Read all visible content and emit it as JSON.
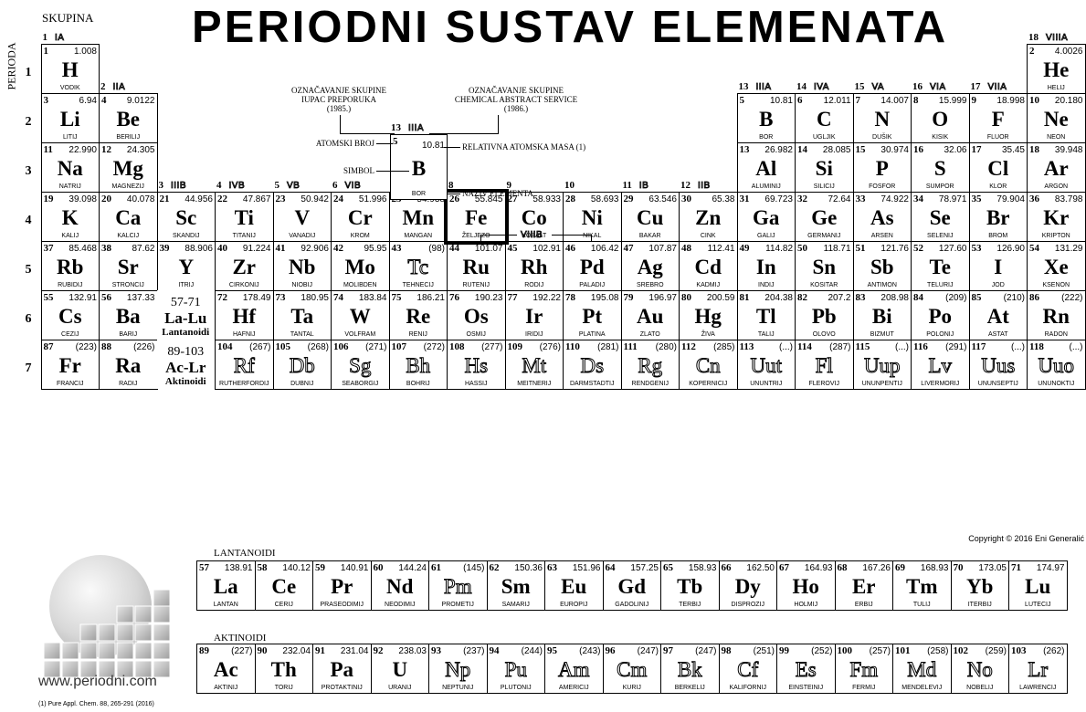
{
  "header": {
    "title": "PERIODNI SUSTAV ELEMENATA",
    "skupina_label": "SKUPINA",
    "perioda_label": "PERIODA"
  },
  "group_labels": [
    {
      "n": "1",
      "r": "IA"
    },
    {
      "n": "2",
      "r": "IIA"
    },
    {
      "n": "3",
      "r": "IIIB"
    },
    {
      "n": "4",
      "r": "IVB"
    },
    {
      "n": "5",
      "r": "VB"
    },
    {
      "n": "6",
      "r": "VIB"
    },
    {
      "n": "7",
      "r": "VIIB"
    },
    {
      "n": "8",
      "r": ""
    },
    {
      "n": "9",
      "r": ""
    },
    {
      "n": "10",
      "r": ""
    },
    {
      "n": "11",
      "r": "IB"
    },
    {
      "n": "12",
      "r": "IIB"
    },
    {
      "n": "13",
      "r": "IIIA"
    },
    {
      "n": "14",
      "r": "IVA"
    },
    {
      "n": "15",
      "r": "VA"
    },
    {
      "n": "16",
      "r": "VIA"
    },
    {
      "n": "17",
      "r": "VIIA"
    },
    {
      "n": "18",
      "r": "VIIIA"
    }
  ],
  "viiib_label": "VIIIB",
  "periods": [
    "1",
    "2",
    "3",
    "4",
    "5",
    "6",
    "7"
  ],
  "legend": {
    "iupac": "OZNAČAVANJE SKUPINE\nIUPAC PREPORUKA\n(1985.)",
    "cas": "OZNAČAVANJE SKUPINE\nCHEMICAL ABSTRACT SERVICE\n(1986.)",
    "atomic_number": "ATOMSKI BROJ",
    "symbol": "SIMBOL",
    "mass": "RELATIVNA ATOMSKA MASA (1)",
    "name": "NAZIV ELEMENTA",
    "group_n": "13",
    "group_r": "IIIA",
    "example": {
      "num": "5",
      "mass": "10.81",
      "sym": "B",
      "name": "BOR"
    }
  },
  "lanthanide_placeholder": {
    "range": "57-71",
    "sym": "La-Lu",
    "label": "Lantanoidi"
  },
  "actinide_placeholder": {
    "range": "89-103",
    "sym": "Ac-Lr",
    "label": "Aktinoidi"
  },
  "lantanoidi_title": "LANTANOIDI",
  "aktinoidi_title": "AKTINOIDI",
  "copyright": "Copyright © 2016 Eni Generalić",
  "website": "www.periodni.com",
  "footnote": "(1) Pure Appl. Chem. 88, 265-291 (2016)",
  "highlighted_element": "Fe",
  "elements": [
    {
      "num": "1",
      "mass": "1.008",
      "sym": "H",
      "name": "VODIK",
      "g": 1,
      "p": 1
    },
    {
      "num": "2",
      "mass": "4.0026",
      "sym": "He",
      "name": "HELIJ",
      "g": 18,
      "p": 1
    },
    {
      "num": "3",
      "mass": "6.94",
      "sym": "Li",
      "name": "LITIJ",
      "g": 1,
      "p": 2
    },
    {
      "num": "4",
      "mass": "9.0122",
      "sym": "Be",
      "name": "BERILIJ",
      "g": 2,
      "p": 2
    },
    {
      "num": "5",
      "mass": "10.81",
      "sym": "B",
      "name": "BOR",
      "g": 13,
      "p": 2
    },
    {
      "num": "6",
      "mass": "12.011",
      "sym": "C",
      "name": "UGLJIK",
      "g": 14,
      "p": 2
    },
    {
      "num": "7",
      "mass": "14.007",
      "sym": "N",
      "name": "DUŠIK",
      "g": 15,
      "p": 2
    },
    {
      "num": "8",
      "mass": "15.999",
      "sym": "O",
      "name": "KISIK",
      "g": 16,
      "p": 2
    },
    {
      "num": "9",
      "mass": "18.998",
      "sym": "F",
      "name": "FLUOR",
      "g": 17,
      "p": 2
    },
    {
      "num": "10",
      "mass": "20.180",
      "sym": "Ne",
      "name": "NEON",
      "g": 18,
      "p": 2
    },
    {
      "num": "11",
      "mass": "22.990",
      "sym": "Na",
      "name": "NATRIJ",
      "g": 1,
      "p": 3
    },
    {
      "num": "12",
      "mass": "24.305",
      "sym": "Mg",
      "name": "MAGNEZIJ",
      "g": 2,
      "p": 3
    },
    {
      "num": "13",
      "mass": "26.982",
      "sym": "Al",
      "name": "ALUMINIJ",
      "g": 13,
      "p": 3
    },
    {
      "num": "14",
      "mass": "28.085",
      "sym": "Si",
      "name": "SILICIJ",
      "g": 14,
      "p": 3
    },
    {
      "num": "15",
      "mass": "30.974",
      "sym": "P",
      "name": "FOSFOR",
      "g": 15,
      "p": 3
    },
    {
      "num": "16",
      "mass": "32.06",
      "sym": "S",
      "name": "SUMPOR",
      "g": 16,
      "p": 3
    },
    {
      "num": "17",
      "mass": "35.45",
      "sym": "Cl",
      "name": "KLOR",
      "g": 17,
      "p": 3
    },
    {
      "num": "18",
      "mass": "39.948",
      "sym": "Ar",
      "name": "ARGON",
      "g": 18,
      "p": 3
    },
    {
      "num": "19",
      "mass": "39.098",
      "sym": "K",
      "name": "KALIJ",
      "g": 1,
      "p": 4
    },
    {
      "num": "20",
      "mass": "40.078",
      "sym": "Ca",
      "name": "KALCIJ",
      "g": 2,
      "p": 4
    },
    {
      "num": "21",
      "mass": "44.956",
      "sym": "Sc",
      "name": "SKANDIJ",
      "g": 3,
      "p": 4
    },
    {
      "num": "22",
      "mass": "47.867",
      "sym": "Ti",
      "name": "TITANIJ",
      "g": 4,
      "p": 4
    },
    {
      "num": "23",
      "mass": "50.942",
      "sym": "V",
      "name": "VANADIJ",
      "g": 5,
      "p": 4
    },
    {
      "num": "24",
      "mass": "51.996",
      "sym": "Cr",
      "name": "KROM",
      "g": 6,
      "p": 4
    },
    {
      "num": "25",
      "mass": "54.938",
      "sym": "Mn",
      "name": "MANGAN",
      "g": 7,
      "p": 4
    },
    {
      "num": "26",
      "mass": "55.845",
      "sym": "Fe",
      "name": "ŽELJEZO",
      "g": 8,
      "p": 4
    },
    {
      "num": "27",
      "mass": "58.933",
      "sym": "Co",
      "name": "KOBALT",
      "g": 9,
      "p": 4
    },
    {
      "num": "28",
      "mass": "58.693",
      "sym": "Ni",
      "name": "NIKAL",
      "g": 10,
      "p": 4
    },
    {
      "num": "29",
      "mass": "63.546",
      "sym": "Cu",
      "name": "BAKAR",
      "g": 11,
      "p": 4
    },
    {
      "num": "30",
      "mass": "65.38",
      "sym": "Zn",
      "name": "CINK",
      "g": 12,
      "p": 4
    },
    {
      "num": "31",
      "mass": "69.723",
      "sym": "Ga",
      "name": "GALIJ",
      "g": 13,
      "p": 4
    },
    {
      "num": "32",
      "mass": "72.64",
      "sym": "Ge",
      "name": "GERMANIJ",
      "g": 14,
      "p": 4
    },
    {
      "num": "33",
      "mass": "74.922",
      "sym": "As",
      "name": "ARSEN",
      "g": 15,
      "p": 4
    },
    {
      "num": "34",
      "mass": "78.971",
      "sym": "Se",
      "name": "SELENIJ",
      "g": 16,
      "p": 4
    },
    {
      "num": "35",
      "mass": "79.904",
      "sym": "Br",
      "name": "BROM",
      "g": 17,
      "p": 4
    },
    {
      "num": "36",
      "mass": "83.798",
      "sym": "Kr",
      "name": "KRIPTON",
      "g": 18,
      "p": 4
    },
    {
      "num": "37",
      "mass": "85.468",
      "sym": "Rb",
      "name": "RUBIDIJ",
      "g": 1,
      "p": 5
    },
    {
      "num": "38",
      "mass": "87.62",
      "sym": "Sr",
      "name": "STRONCIJ",
      "g": 2,
      "p": 5
    },
    {
      "num": "39",
      "mass": "88.906",
      "sym": "Y",
      "name": "ITRIJ",
      "g": 3,
      "p": 5
    },
    {
      "num": "40",
      "mass": "91.224",
      "sym": "Zr",
      "name": "CIRKONIJ",
      "g": 4,
      "p": 5
    },
    {
      "num": "41",
      "mass": "92.906",
      "sym": "Nb",
      "name": "NIOBIJ",
      "g": 5,
      "p": 5
    },
    {
      "num": "42",
      "mass": "95.95",
      "sym": "Mo",
      "name": "MOLIBDEN",
      "g": 6,
      "p": 5
    },
    {
      "num": "43",
      "mass": "(98)",
      "sym": "Tc",
      "name": "TEHNECIJ",
      "g": 7,
      "p": 5,
      "syn": true
    },
    {
      "num": "44",
      "mass": "101.07",
      "sym": "Ru",
      "name": "RUTENIJ",
      "g": 8,
      "p": 5
    },
    {
      "num": "45",
      "mass": "102.91",
      "sym": "Rh",
      "name": "RODIJ",
      "g": 9,
      "p": 5
    },
    {
      "num": "46",
      "mass": "106.42",
      "sym": "Pd",
      "name": "PALADIJ",
      "g": 10,
      "p": 5
    },
    {
      "num": "47",
      "mass": "107.87",
      "sym": "Ag",
      "name": "SREBRO",
      "g": 11,
      "p": 5
    },
    {
      "num": "48",
      "mass": "112.41",
      "sym": "Cd",
      "name": "KADMIJ",
      "g": 12,
      "p": 5
    },
    {
      "num": "49",
      "mass": "114.82",
      "sym": "In",
      "name": "INDIJ",
      "g": 13,
      "p": 5
    },
    {
      "num": "50",
      "mass": "118.71",
      "sym": "Sn",
      "name": "KOSITAR",
      "g": 14,
      "p": 5
    },
    {
      "num": "51",
      "mass": "121.76",
      "sym": "Sb",
      "name": "ANTIMON",
      "g": 15,
      "p": 5
    },
    {
      "num": "52",
      "mass": "127.60",
      "sym": "Te",
      "name": "TELURIJ",
      "g": 16,
      "p": 5
    },
    {
      "num": "53",
      "mass": "126.90",
      "sym": "I",
      "name": "JOD",
      "g": 17,
      "p": 5
    },
    {
      "num": "54",
      "mass": "131.29",
      "sym": "Xe",
      "name": "KSENON",
      "g": 18,
      "p": 5
    },
    {
      "num": "55",
      "mass": "132.91",
      "sym": "Cs",
      "name": "CEZIJ",
      "g": 1,
      "p": 6
    },
    {
      "num": "56",
      "mass": "137.33",
      "sym": "Ba",
      "name": "BARIJ",
      "g": 2,
      "p": 6
    },
    {
      "num": "72",
      "mass": "178.49",
      "sym": "Hf",
      "name": "HAFNIJ",
      "g": 4,
      "p": 6
    },
    {
      "num": "73",
      "mass": "180.95",
      "sym": "Ta",
      "name": "TANTAL",
      "g": 5,
      "p": 6
    },
    {
      "num": "74",
      "mass": "183.84",
      "sym": "W",
      "name": "VOLFRAM",
      "g": 6,
      "p": 6
    },
    {
      "num": "75",
      "mass": "186.21",
      "sym": "Re",
      "name": "RENIJ",
      "g": 7,
      "p": 6
    },
    {
      "num": "76",
      "mass": "190.23",
      "sym": "Os",
      "name": "OSMIJ",
      "g": 8,
      "p": 6
    },
    {
      "num": "77",
      "mass": "192.22",
      "sym": "Ir",
      "name": "IRIDIJ",
      "g": 9,
      "p": 6
    },
    {
      "num": "78",
      "mass": "195.08",
      "sym": "Pt",
      "name": "PLATINA",
      "g": 10,
      "p": 6
    },
    {
      "num": "79",
      "mass": "196.97",
      "sym": "Au",
      "name": "ZLATO",
      "g": 11,
      "p": 6
    },
    {
      "num": "80",
      "mass": "200.59",
      "sym": "Hg",
      "name": "ŽIVA",
      "g": 12,
      "p": 6
    },
    {
      "num": "81",
      "mass": "204.38",
      "sym": "Tl",
      "name": "TALIJ",
      "g": 13,
      "p": 6
    },
    {
      "num": "82",
      "mass": "207.2",
      "sym": "Pb",
      "name": "OLOVO",
      "g": 14,
      "p": 6
    },
    {
      "num": "83",
      "mass": "208.98",
      "sym": "Bi",
      "name": "BIZMUT",
      "g": 15,
      "p": 6
    },
    {
      "num": "84",
      "mass": "(209)",
      "sym": "Po",
      "name": "POLONIJ",
      "g": 16,
      "p": 6
    },
    {
      "num": "85",
      "mass": "(210)",
      "sym": "At",
      "name": "ASTAT",
      "g": 17,
      "p": 6
    },
    {
      "num": "86",
      "mass": "(222)",
      "sym": "Rn",
      "name": "RADON",
      "g": 18,
      "p": 6
    },
    {
      "num": "87",
      "mass": "(223)",
      "sym": "Fr",
      "name": "FRANCIJ",
      "g": 1,
      "p": 7
    },
    {
      "num": "88",
      "mass": "(226)",
      "sym": "Ra",
      "name": "RADIJ",
      "g": 2,
      "p": 7
    },
    {
      "num": "104",
      "mass": "(267)",
      "sym": "Rf",
      "name": "RUTHERFORDIJ",
      "g": 4,
      "p": 7,
      "syn": true
    },
    {
      "num": "105",
      "mass": "(268)",
      "sym": "Db",
      "name": "DUBNIJ",
      "g": 5,
      "p": 7,
      "syn": true
    },
    {
      "num": "106",
      "mass": "(271)",
      "sym": "Sg",
      "name": "SEABORGIJ",
      "g": 6,
      "p": 7,
      "syn": true
    },
    {
      "num": "107",
      "mass": "(272)",
      "sym": "Bh",
      "name": "BOHRIJ",
      "g": 7,
      "p": 7,
      "syn": true
    },
    {
      "num": "108",
      "mass": "(277)",
      "sym": "Hs",
      "name": "HASSIJ",
      "g": 8,
      "p": 7,
      "syn": true
    },
    {
      "num": "109",
      "mass": "(276)",
      "sym": "Mt",
      "name": "MEITNERIJ",
      "g": 9,
      "p": 7,
      "syn": true
    },
    {
      "num": "110",
      "mass": "(281)",
      "sym": "Ds",
      "name": "DARMSTADTIJ",
      "g": 10,
      "p": 7,
      "syn": true
    },
    {
      "num": "111",
      "mass": "(280)",
      "sym": "Rg",
      "name": "RENDGENIJ",
      "g": 11,
      "p": 7,
      "syn": true
    },
    {
      "num": "112",
      "mass": "(285)",
      "sym": "Cn",
      "name": "KOPERNICIJ",
      "g": 12,
      "p": 7,
      "syn": true
    },
    {
      "num": "113",
      "mass": "(...)",
      "sym": "Uut",
      "name": "UNUNTRIJ",
      "g": 13,
      "p": 7,
      "syn": true
    },
    {
      "num": "114",
      "mass": "(287)",
      "sym": "Fl",
      "name": "FLEROVIJ",
      "g": 14,
      "p": 7,
      "syn": true
    },
    {
      "num": "115",
      "mass": "(...)",
      "sym": "Uup",
      "name": "UNUNPENTIJ",
      "g": 15,
      "p": 7,
      "syn": true
    },
    {
      "num": "116",
      "mass": "(291)",
      "sym": "Lv",
      "name": "LIVERMORIJ",
      "g": 16,
      "p": 7,
      "syn": true
    },
    {
      "num": "117",
      "mass": "(...)",
      "sym": "Uus",
      "name": "UNUNSEPTIJ",
      "g": 17,
      "p": 7,
      "syn": true
    },
    {
      "num": "118",
      "mass": "(...)",
      "sym": "Uuo",
      "name": "UNUNOKTIJ",
      "g": 18,
      "p": 7,
      "syn": true
    }
  ],
  "lanthanides": [
    {
      "num": "57",
      "mass": "138.91",
      "sym": "La",
      "name": "LANTAN"
    },
    {
      "num": "58",
      "mass": "140.12",
      "sym": "Ce",
      "name": "CERIJ"
    },
    {
      "num": "59",
      "mass": "140.91",
      "sym": "Pr",
      "name": "PRASEODIMIJ"
    },
    {
      "num": "60",
      "mass": "144.24",
      "sym": "Nd",
      "name": "NEODIMIJ"
    },
    {
      "num": "61",
      "mass": "(145)",
      "sym": "Pm",
      "name": "PROMETIJ",
      "syn": true
    },
    {
      "num": "62",
      "mass": "150.36",
      "sym": "Sm",
      "name": "SAMARIJ"
    },
    {
      "num": "63",
      "mass": "151.96",
      "sym": "Eu",
      "name": "EUROPIJ"
    },
    {
      "num": "64",
      "mass": "157.25",
      "sym": "Gd",
      "name": "GADOLINIJ"
    },
    {
      "num": "65",
      "mass": "158.93",
      "sym": "Tb",
      "name": "TERBIJ"
    },
    {
      "num": "66",
      "mass": "162.50",
      "sym": "Dy",
      "name": "DISPROZIJ"
    },
    {
      "num": "67",
      "mass": "164.93",
      "sym": "Ho",
      "name": "HOLMIJ"
    },
    {
      "num": "68",
      "mass": "167.26",
      "sym": "Er",
      "name": "ERBIJ"
    },
    {
      "num": "69",
      "mass": "168.93",
      "sym": "Tm",
      "name": "TULIJ"
    },
    {
      "num": "70",
      "mass": "173.05",
      "sym": "Yb",
      "name": "ITERBIJ"
    },
    {
      "num": "71",
      "mass": "174.97",
      "sym": "Lu",
      "name": "LUTECIJ"
    }
  ],
  "actinides": [
    {
      "num": "89",
      "mass": "(227)",
      "sym": "Ac",
      "name": "AKTINIJ"
    },
    {
      "num": "90",
      "mass": "232.04",
      "sym": "Th",
      "name": "TORIJ"
    },
    {
      "num": "91",
      "mass": "231.04",
      "sym": "Pa",
      "name": "PROTAKTINIJ"
    },
    {
      "num": "92",
      "mass": "238.03",
      "sym": "U",
      "name": "URANIJ"
    },
    {
      "num": "93",
      "mass": "(237)",
      "sym": "Np",
      "name": "NEPTUNIJ",
      "syn": true
    },
    {
      "num": "94",
      "mass": "(244)",
      "sym": "Pu",
      "name": "PLUTONIJ",
      "syn": true
    },
    {
      "num": "95",
      "mass": "(243)",
      "sym": "Am",
      "name": "AMERICIJ",
      "syn": true
    },
    {
      "num": "96",
      "mass": "(247)",
      "sym": "Cm",
      "name": "KURIJ",
      "syn": true
    },
    {
      "num": "97",
      "mass": "(247)",
      "sym": "Bk",
      "name": "BERKELIJ",
      "syn": true
    },
    {
      "num": "98",
      "mass": "(251)",
      "sym": "Cf",
      "name": "KALIFORNIJ",
      "syn": true
    },
    {
      "num": "99",
      "mass": "(252)",
      "sym": "Es",
      "name": "EINSTEINIJ",
      "syn": true
    },
    {
      "num": "100",
      "mass": "(257)",
      "sym": "Fm",
      "name": "FERMIJ",
      "syn": true
    },
    {
      "num": "101",
      "mass": "(258)",
      "sym": "Md",
      "name": "MENDELEVIJ",
      "syn": true
    },
    {
      "num": "102",
      "mass": "(259)",
      "sym": "No",
      "name": "NOBELIJ",
      "syn": true
    },
    {
      "num": "103",
      "mass": "(262)",
      "sym": "Lr",
      "name": "LAWRENCIJ",
      "syn": true
    }
  ]
}
